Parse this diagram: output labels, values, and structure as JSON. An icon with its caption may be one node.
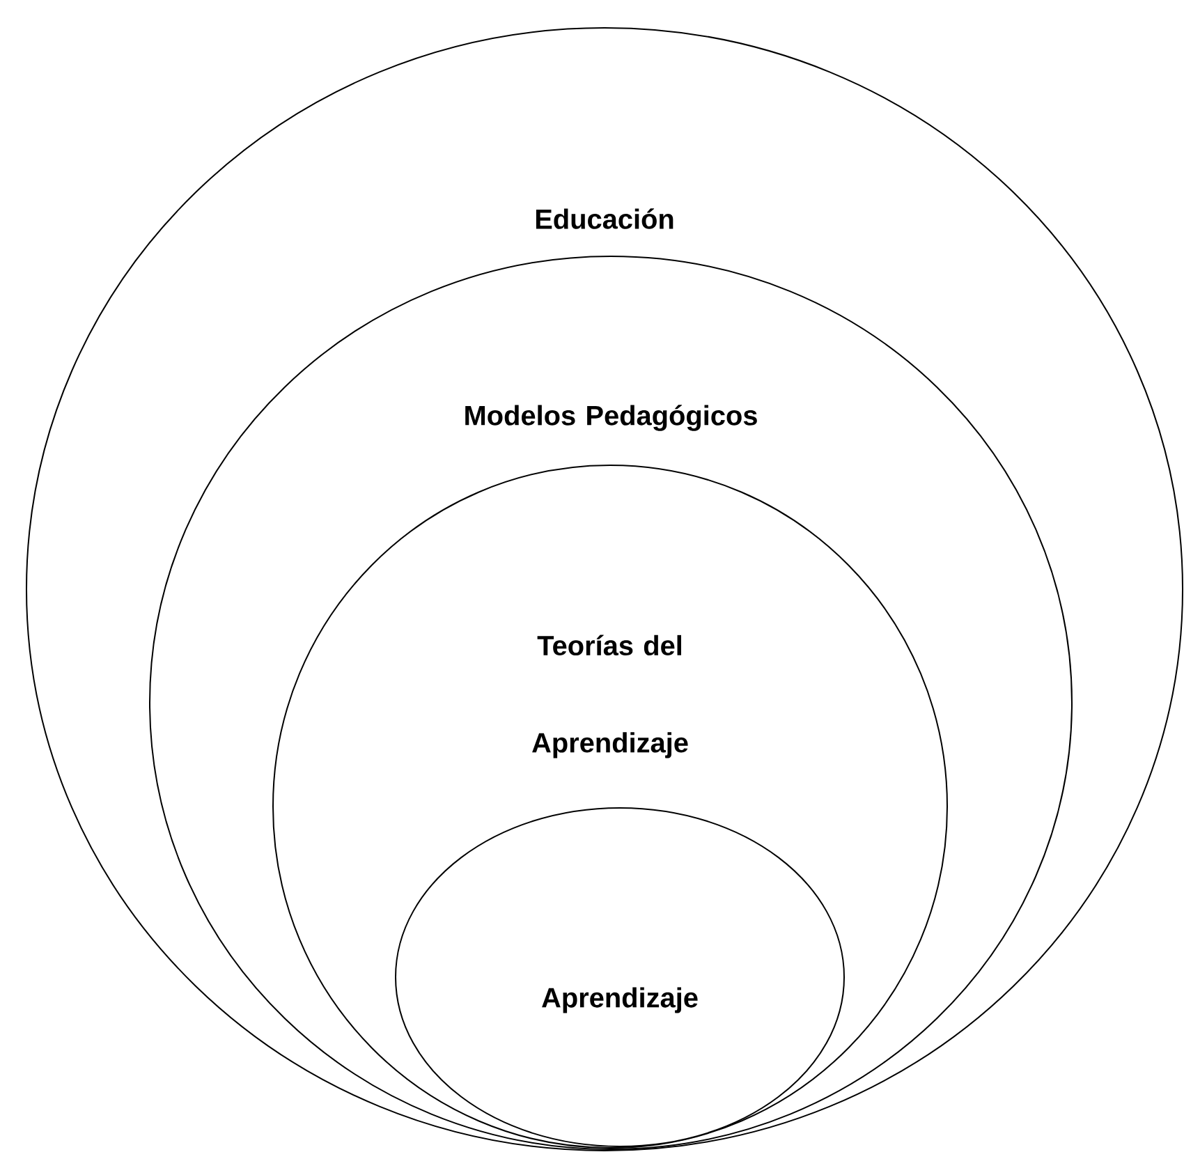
{
  "diagram": {
    "nodes": [
      {
        "text": [
          "Educación"
        ]
      },
      {
        "text": [
          "Modelos Pedagógicos"
        ],
        "in": 0
      },
      {
        "text": [
          "Teorías del Aprendizaje"
        ],
        "in": 1
      },
      {
        "text": [
          "Aprendizaje"
        ],
        "in": 2
      }
    ]
  }
}
